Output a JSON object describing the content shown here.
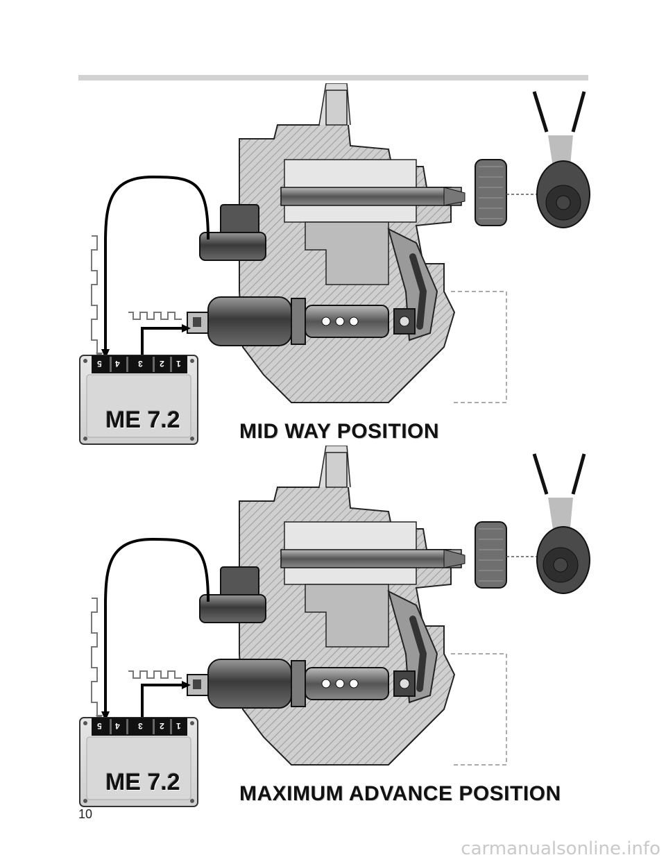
{
  "diagrams": [
    {
      "ecu_label": "ME 7.2",
      "title": "MID WAY POSITION",
      "pins": [
        "5",
        "4",
        "3",
        "2",
        "1"
      ]
    },
    {
      "ecu_label": "ME 7.2",
      "title": "MAXIMUM ADVANCE POSITION",
      "pins": [
        "5",
        "4",
        "3",
        "2",
        "1"
      ]
    }
  ],
  "page_number": "10",
  "watermark": "carmanualsonline.info"
}
